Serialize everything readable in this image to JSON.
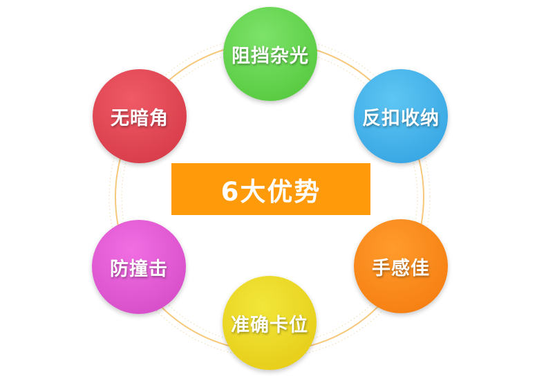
{
  "title": "6大优势",
  "colors": {
    "center_box": "#ff9a0a",
    "ring": "#f7c77a",
    "ring_dots": "#f3ddb4"
  },
  "advantages": [
    {
      "label": "阻挡杂光",
      "color_light": "#7de36a",
      "color_dark": "#4fc437"
    },
    {
      "label": "反扣收纳",
      "color_light": "#5ec6f3",
      "color_dark": "#2f9fe0"
    },
    {
      "label": "手感佳",
      "color_light": "#ff9b2c",
      "color_dark": "#f4780c"
    },
    {
      "label": "准确卡位",
      "color_light": "#f2e63a",
      "color_dark": "#e4c812"
    },
    {
      "label": "防撞击",
      "color_light": "#f06ee2",
      "color_dark": "#d246c4"
    },
    {
      "label": "无暗角",
      "color_light": "#ef5a66",
      "color_dark": "#d23643"
    }
  ]
}
